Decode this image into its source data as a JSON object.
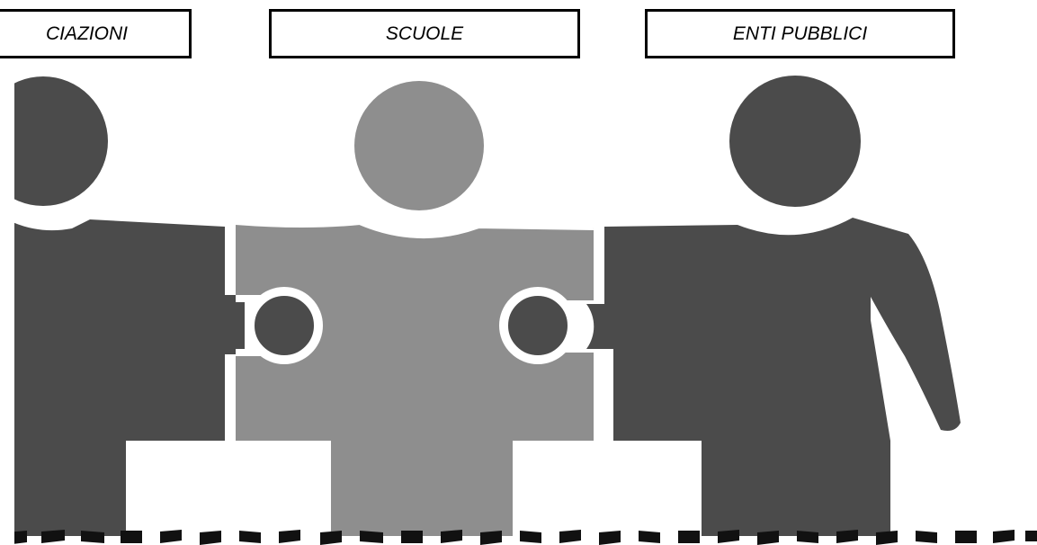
{
  "labels": {
    "left": "CIAZIONI",
    "middle": "SCUOLE",
    "right": "ENTI PUBBLICI"
  },
  "colors": {
    "figure_dark": "#4b4b4b",
    "figure_light": "#8e8e8e",
    "background": "#ffffff",
    "border": "#000000",
    "dash": "#111111"
  },
  "figures": [
    {
      "name": "dark-figure-left",
      "icon": "person-puzzle-piece"
    },
    {
      "name": "light-figure-middle",
      "icon": "person-puzzle-piece"
    },
    {
      "name": "dark-figure-right",
      "icon": "person-puzzle-piece"
    }
  ]
}
